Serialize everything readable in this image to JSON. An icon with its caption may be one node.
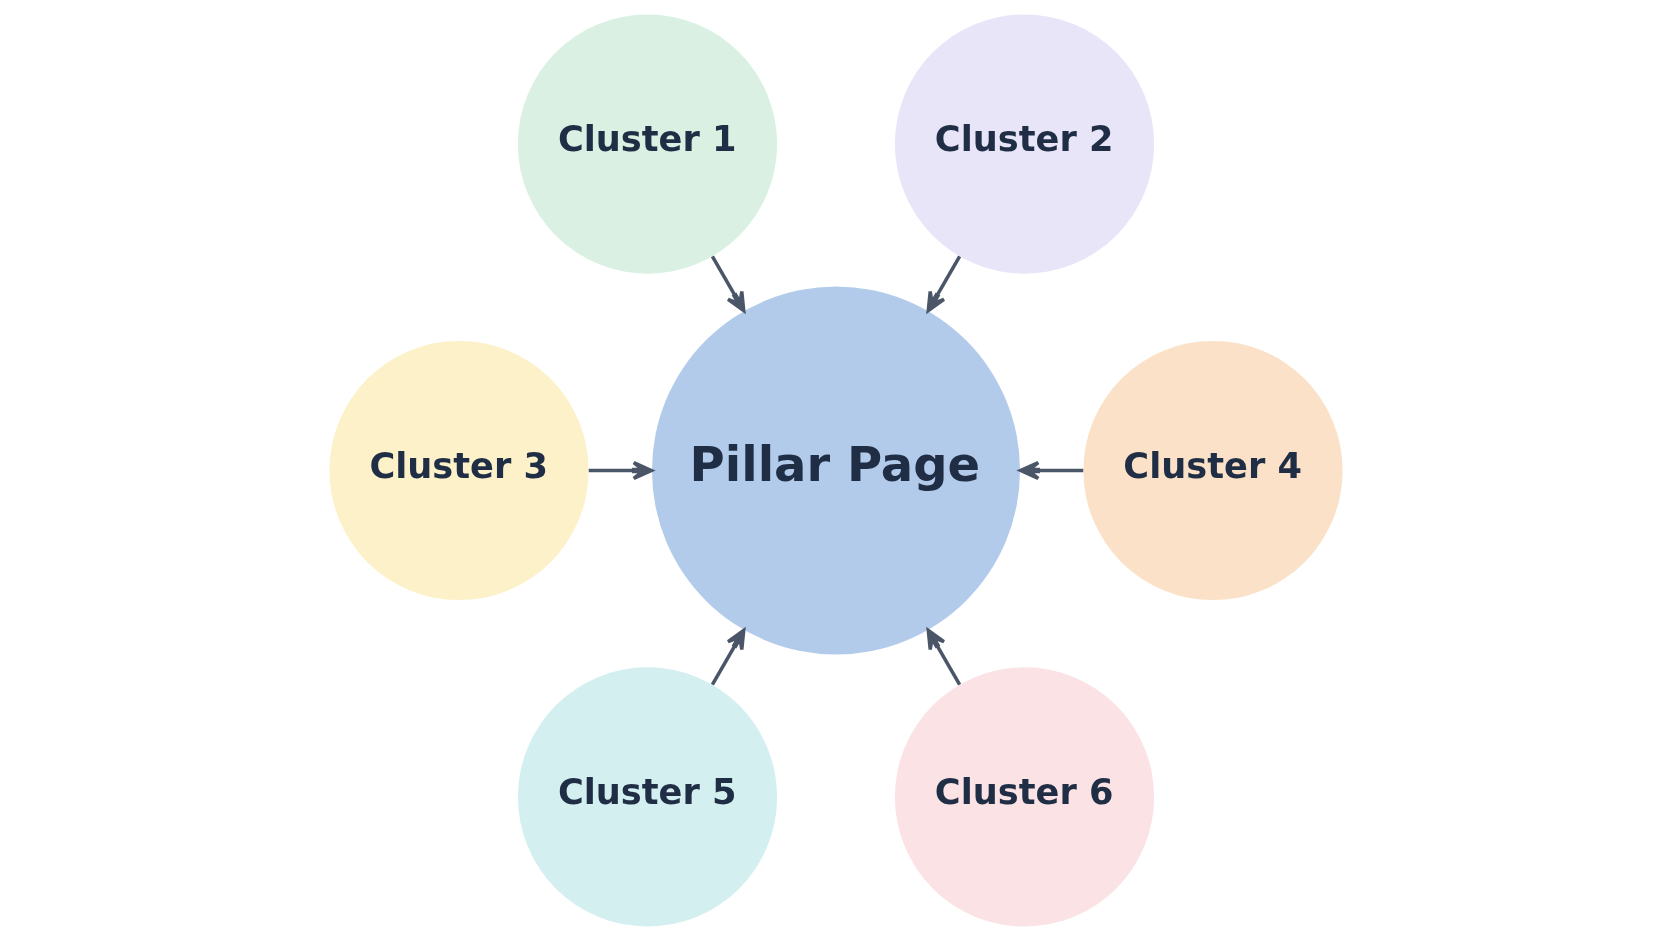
{
  "diagram": {
    "nodes": [
      {
        "text": [
          "Cluster 1"
        ]
      },
      {
        "text": [
          "Cluster 2"
        ]
      },
      {
        "text": [
          "Cluster 3"
        ]
      },
      {
        "text": [
          "Pillar Page"
        ]
      },
      {
        "text": [
          "Cluster 4"
        ]
      },
      {
        "text": [
          "Cluster 5"
        ]
      },
      {
        "text": [
          "Cluster 6"
        ]
      }
    ],
    "edges": [
      {
        "from": 0,
        "to": 3,
        "arrow": "to"
      },
      {
        "from": 1,
        "to": 3,
        "arrow": "to"
      },
      {
        "from": 2,
        "to": 3,
        "arrow": "to"
      },
      {
        "from": 4,
        "to": 3,
        "arrow": "to"
      },
      {
        "from": 5,
        "to": 3,
        "arrow": "to"
      },
      {
        "from": 6,
        "to": 3,
        "arrow": "to"
      }
    ]
  }
}
